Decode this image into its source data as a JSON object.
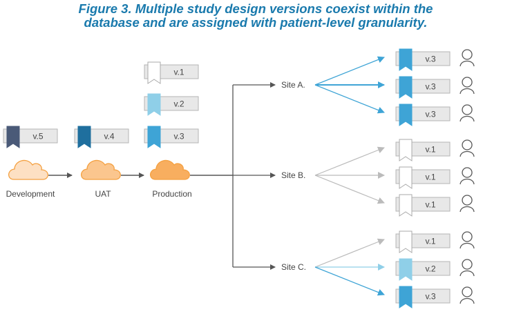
{
  "title": {
    "line1": "Figure 3. Multiple study design versions coexist within the",
    "line2": "database and are assigned with patient-level granularity."
  },
  "colors": {
    "title": "#1a7aad",
    "v1": "#ffffff",
    "v2": "#8fcfe8",
    "v3": "#3ea4d6",
    "v4": "#1f6f9e",
    "v5": "#4a5a78",
    "cloud_dev": "#fde0c3",
    "cloud_uat": "#fbc68e",
    "cloud_prod": "#f8ae5f",
    "cloud_stroke": "#f4a040",
    "connector": "#555555",
    "arrow_gray": "#bbbbbb"
  },
  "environments": [
    {
      "id": "development",
      "label": "Development",
      "version": "v.5",
      "color_key": "v5",
      "cloud_key": "cloud_dev"
    },
    {
      "id": "uat",
      "label": "UAT",
      "version": "v.4",
      "color_key": "v4",
      "cloud_key": "cloud_uat"
    },
    {
      "id": "production",
      "label": "Production",
      "version": "v.3",
      "color_key": "v3",
      "cloud_key": "cloud_prod"
    }
  ],
  "production_versions": [
    {
      "label": "v.1",
      "color_key": "v1"
    },
    {
      "label": "v.2",
      "color_key": "v2"
    },
    {
      "label": "v.3",
      "color_key": "v3"
    }
  ],
  "sites": [
    {
      "label": "Site A.",
      "patients": [
        {
          "version": "v.3",
          "color_key": "v3"
        },
        {
          "version": "v.3",
          "color_key": "v3"
        },
        {
          "version": "v.3",
          "color_key": "v3"
        }
      ]
    },
    {
      "label": "Site B.",
      "patients": [
        {
          "version": "v.1",
          "color_key": "v1"
        },
        {
          "version": "v.1",
          "color_key": "v1"
        },
        {
          "version": "v.1",
          "color_key": "v1"
        }
      ]
    },
    {
      "label": "Site C.",
      "patients": [
        {
          "version": "v.1",
          "color_key": "v1"
        },
        {
          "version": "v.2",
          "color_key": "v2"
        },
        {
          "version": "v.3",
          "color_key": "v3"
        }
      ]
    }
  ]
}
